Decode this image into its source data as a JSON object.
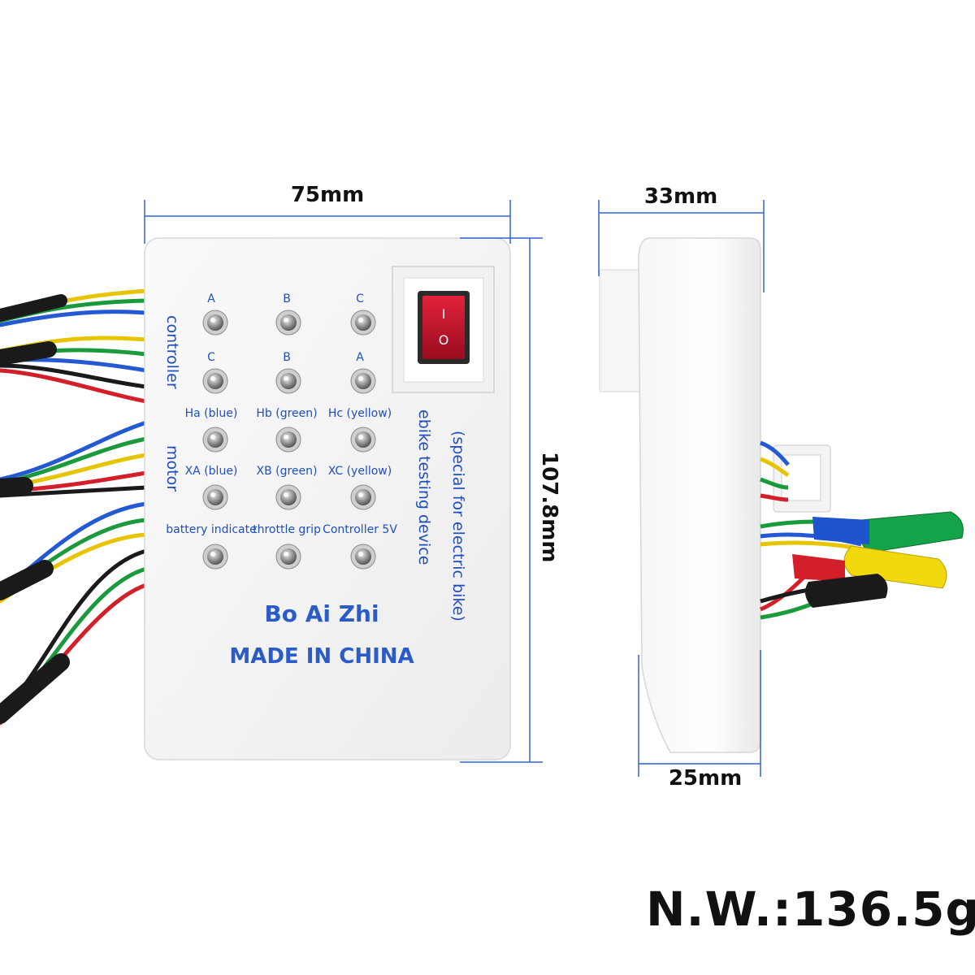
{
  "dimensions": {
    "width_front": "75mm",
    "height_front": "107.8mm",
    "depth_top": "33mm",
    "depth_bottom": "25mm"
  },
  "panel": {
    "group_controller": "controller",
    "group_motor": "motor",
    "row1": [
      "A",
      "B",
      "C"
    ],
    "row2": [
      "C",
      "B",
      "A"
    ],
    "row3": [
      "Ha (blue)",
      "Hb (green)",
      "Hc (yellow)"
    ],
    "row4": [
      "XA (blue)",
      "XB (green)",
      "XC (yellow)"
    ],
    "row5": [
      "battery indicate",
      "throttle grip",
      "Controller 5V"
    ],
    "device_title": "ebike testing device",
    "device_subtitle": "(special for electric bike)",
    "brand": "Bo Ai Zhi",
    "origin": "MADE IN CHINA",
    "switch_on_mark": "I",
    "switch_off_mark": "O"
  },
  "net_weight": "N.W.:136.5g",
  "colors": {
    "dimension_line": "#2e63d6",
    "label_blue": "#1f4fbf",
    "switch_red": "#c8102e"
  }
}
